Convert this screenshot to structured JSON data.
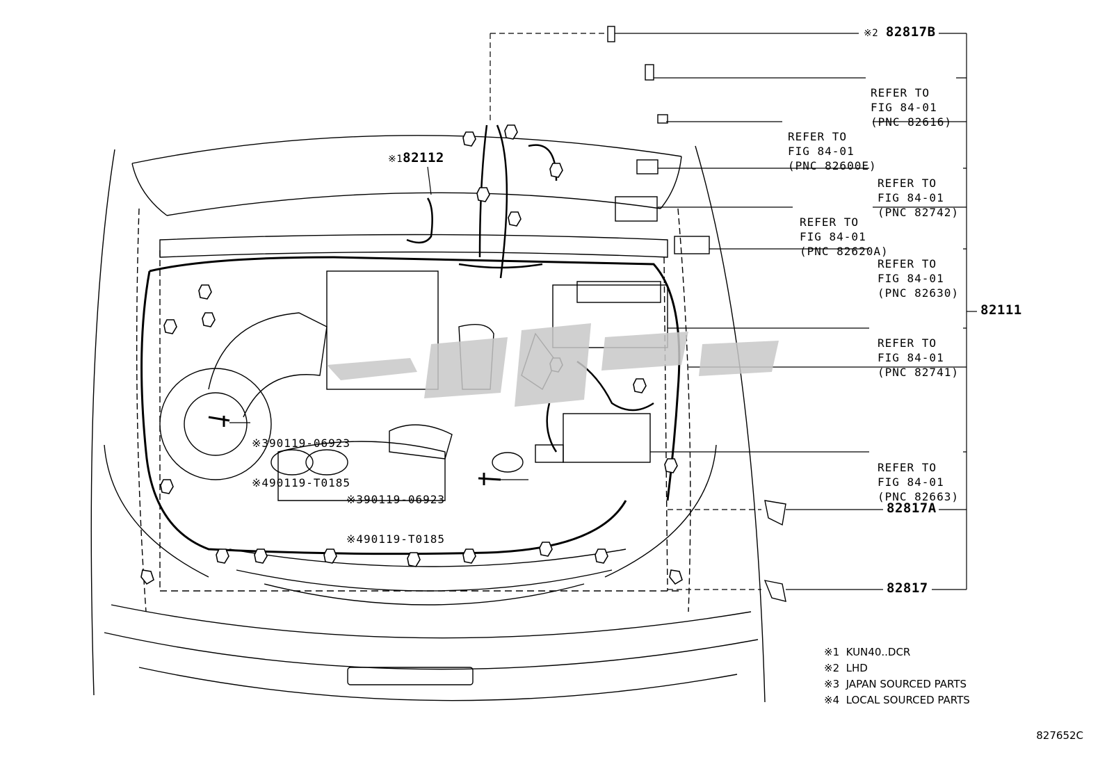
{
  "callouts": {
    "part_82817B": "82817B",
    "part_82817B_note": "※2",
    "part_82112": "82112",
    "part_82112_note": "※1",
    "part_82111": "82111",
    "part_82817A": "82817A",
    "part_82817": "82817",
    "bolt_upper_a": "※390119-06923",
    "bolt_upper_b": "※490119-T0185",
    "bolt_lower_a": "※390119-06923",
    "bolt_lower_b": "※490119-T0185"
  },
  "references": [
    {
      "l1": "REFER TO",
      "l2": "FIG 84-01",
      "l3": "(PNC 82616)"
    },
    {
      "l1": "REFER TO",
      "l2": "FIG 84-01",
      "l3": "(PNC 82600E)"
    },
    {
      "l1": "REFER TO",
      "l2": "FIG 84-01",
      "l3": "(PNC 82742)"
    },
    {
      "l1": "REFER TO",
      "l2": "FIG 84-01",
      "l3": "(PNC 82620A)"
    },
    {
      "l1": "REFER TO",
      "l2": "FIG 84-01",
      "l3": "(PNC 82630)"
    },
    {
      "l1": "REFER TO",
      "l2": "FIG 84-01",
      "l3": "(PNC 82741)"
    },
    {
      "l1": "REFER TO",
      "l2": "FIG 84-01",
      "l3": "(PNC 82663)"
    }
  ],
  "legend": [
    "※1  KUN40..DCR",
    "※2  LHD",
    "※3  JAPAN SOURCED PARTS",
    "※4  LOCAL SOURCED PARTS"
  ],
  "figure_code": "827652C",
  "colors": {
    "line": "#000000",
    "watermark": "#c8c8c8"
  }
}
